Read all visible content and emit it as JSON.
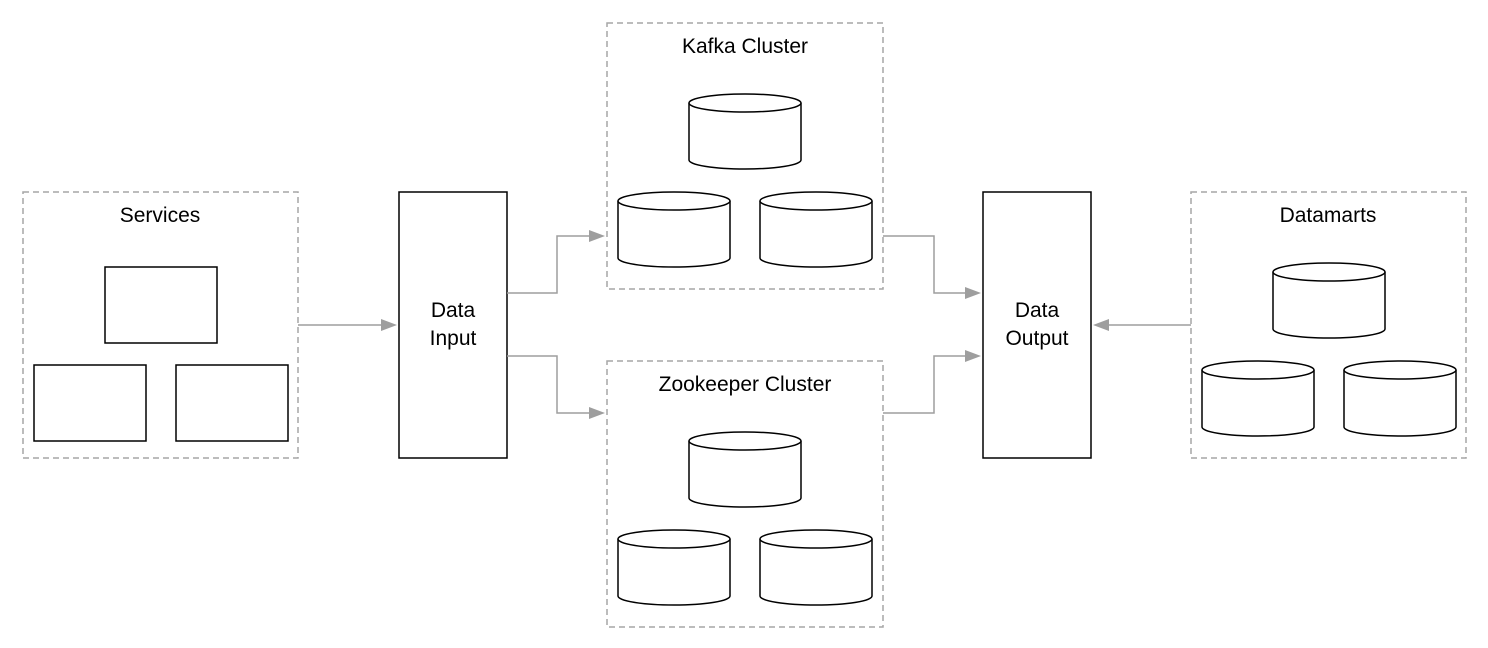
{
  "groups": {
    "services": {
      "title": "Services"
    },
    "kafka": {
      "title": "Kafka Cluster"
    },
    "zookeeper": {
      "title": "Zookeeper Cluster"
    },
    "datamarts": {
      "title": "Datamarts"
    }
  },
  "nodes": {
    "data_input": {
      "line1": "Data",
      "line2": "Input"
    },
    "data_output": {
      "line1": "Data",
      "line2": "Output"
    }
  },
  "colors": {
    "group_border": "#a6a6a6",
    "edge": "#9e9e9e",
    "node_border": "#000000"
  }
}
